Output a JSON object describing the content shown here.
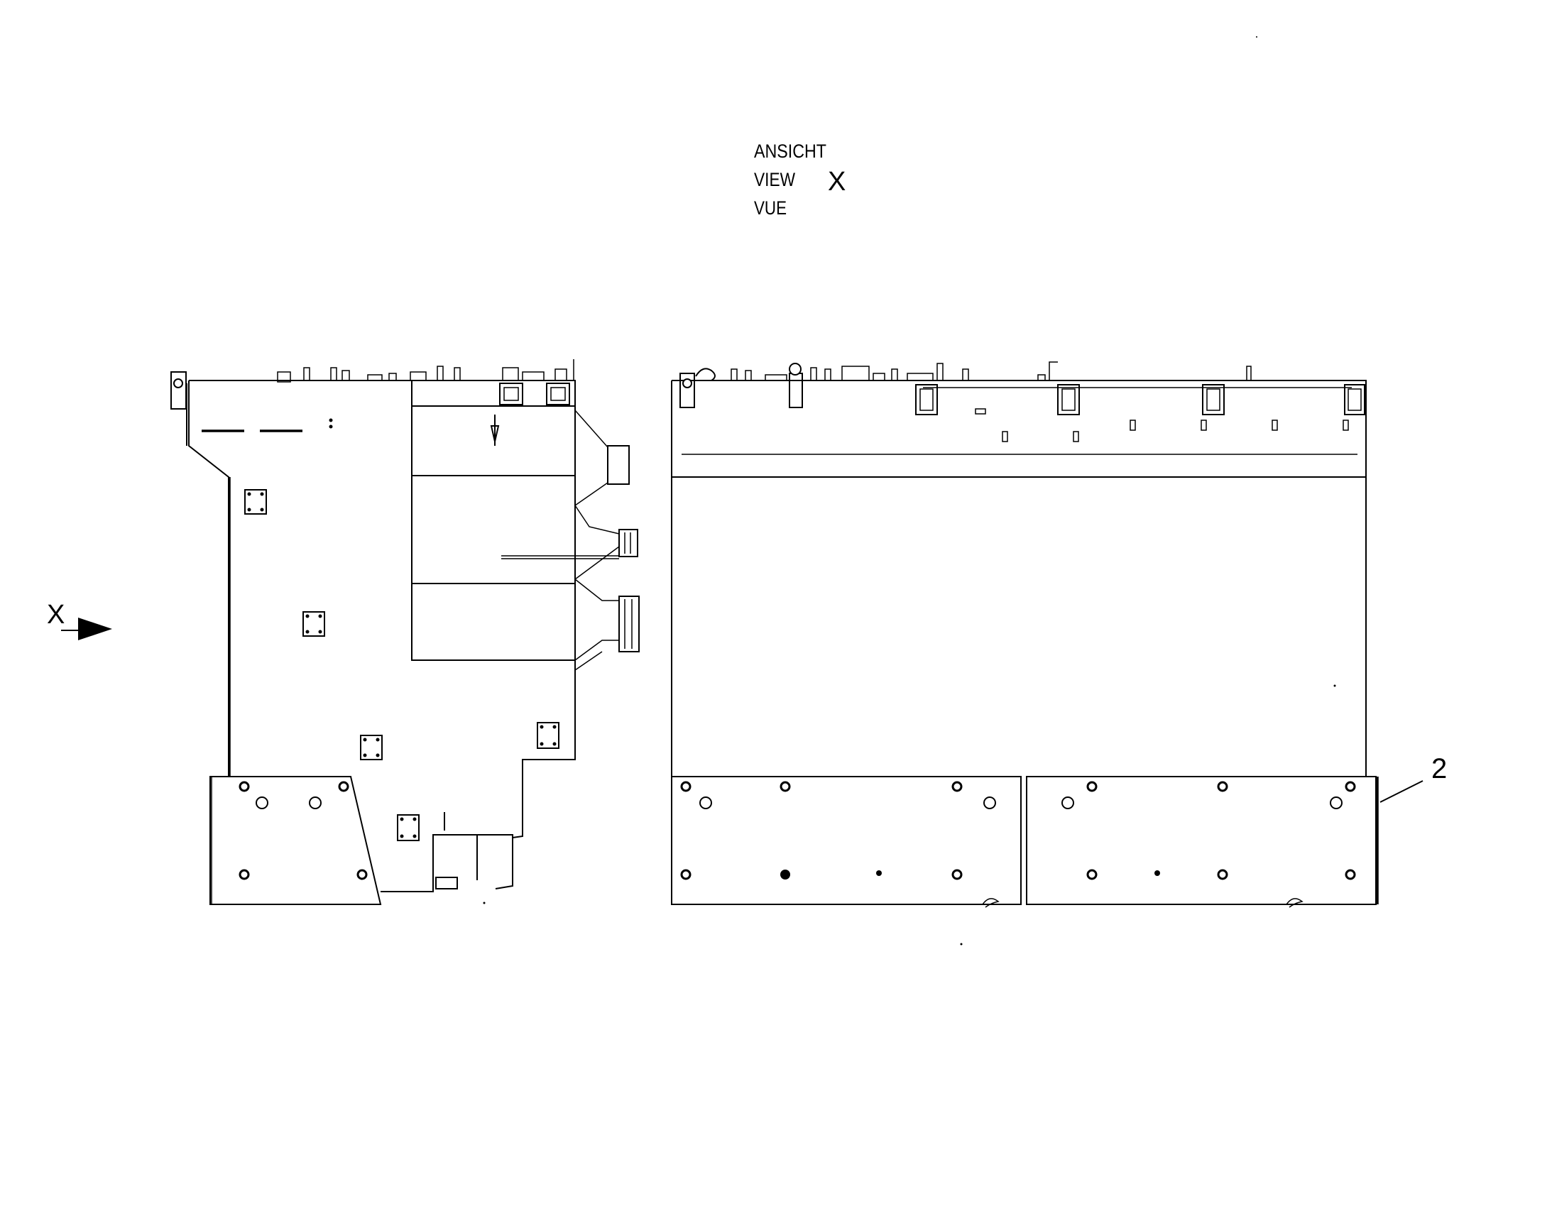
{
  "view_title": {
    "line1": "ANSICHT",
    "line2": "VIEW",
    "line3": "VUE",
    "view_letter": "X"
  },
  "arrow_marker": {
    "letter": "X"
  },
  "callouts": [
    {
      "number": "2"
    }
  ]
}
